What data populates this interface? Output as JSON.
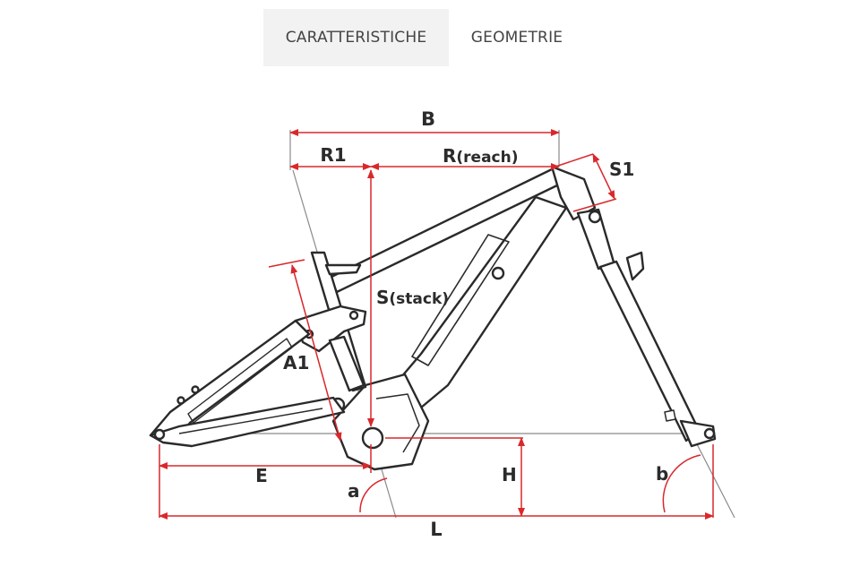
{
  "tabs": [
    {
      "label": "CARATTERISTICHE",
      "active": true
    },
    {
      "label": "GEOMETRIE",
      "active": false
    }
  ],
  "diagram": {
    "labels": {
      "B": "B",
      "R1": "R1",
      "R_main": "R",
      "R_sub": "(reach)",
      "S1": "S1",
      "S_main": "S",
      "S_sub": "(stack)",
      "A1": "A1",
      "E": "E",
      "a": "a",
      "H": "H",
      "b": "b",
      "L": "L"
    },
    "colors": {
      "dimension": "#d9282b",
      "frame": "#2a2a2a",
      "guide": "#8a8a8a"
    }
  }
}
